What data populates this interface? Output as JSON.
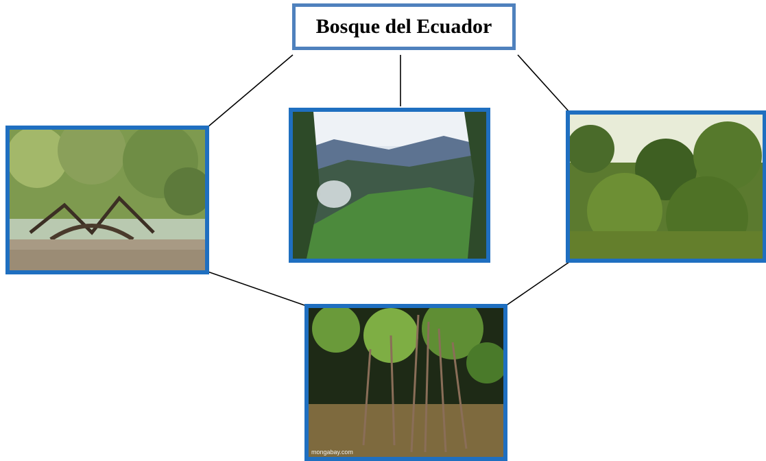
{
  "title": "Bosque del Ecuador",
  "photos": [
    {
      "subject": "dry forest with sparse trees and bare ground"
    },
    {
      "subject": "cloud forest covering misty mountains"
    },
    {
      "subject": "dense humid tropical forest"
    },
    {
      "subject": "mangrove roots over brown water",
      "watermark": "mongabay.com"
    }
  ],
  "colors": {
    "title_border": "#4f81bd",
    "photo_border": "#1f6fc0",
    "connector": "#000000"
  }
}
